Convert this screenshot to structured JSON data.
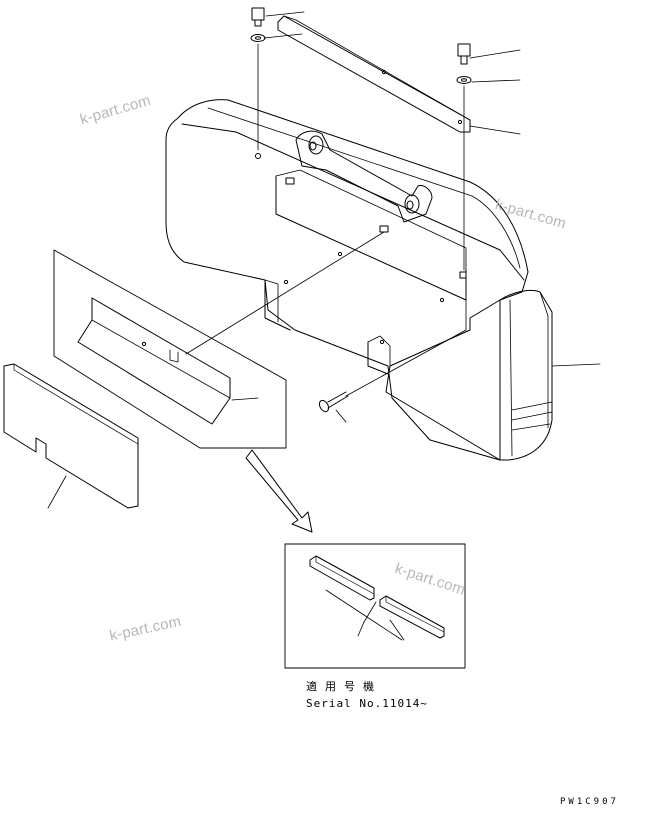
{
  "watermark": "k-part.com",
  "applicability_label": "適用号機",
  "serial_note": "Serial No.11014~",
  "drawing_code": "PW1C907",
  "colors": {
    "ink": "#000000",
    "watermark": "#b7b7b7",
    "paper": "#ffffff"
  }
}
